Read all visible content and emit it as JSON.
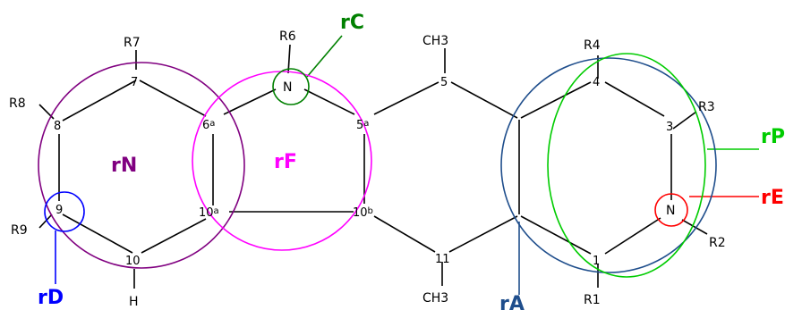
{
  "rings": {
    "rN": {
      "label": "rN",
      "color": "#800080"
    },
    "rF": {
      "label": "rF",
      "color": "#ff00ff"
    },
    "rC": {
      "label": "rC",
      "color": "#008000"
    },
    "rA": {
      "label": "rA",
      "color": "#1f4e8c"
    },
    "rP": {
      "label": "rP",
      "color": "#00cc00"
    },
    "rE": {
      "label": "rE",
      "color": "#ff0000"
    },
    "rD": {
      "label": "rD",
      "color": "#0000ff"
    }
  },
  "substituents": {
    "R1": "R1",
    "R2": "R2",
    "R3": "R3",
    "R4": "R4",
    "R6": "R6",
    "R7": "R7",
    "R8": "R8",
    "R9": "R9",
    "H": "H",
    "CH3_top": "CH3",
    "CH3_bottom": "CH3"
  },
  "atoms": {
    "N_top": "N",
    "N_right": "N",
    "n1": "1",
    "n3": "3",
    "n4": "4",
    "n5": "5",
    "n7": "7",
    "n8": "8",
    "n9": "9",
    "n10": "10",
    "n11": "11",
    "n5a": "5",
    "n5a_sup": "a",
    "n6a": "6",
    "n6a_sup": "a",
    "n10a": "10",
    "n10a_sup": "a",
    "n10b": "10",
    "n10b_sup": "b"
  }
}
